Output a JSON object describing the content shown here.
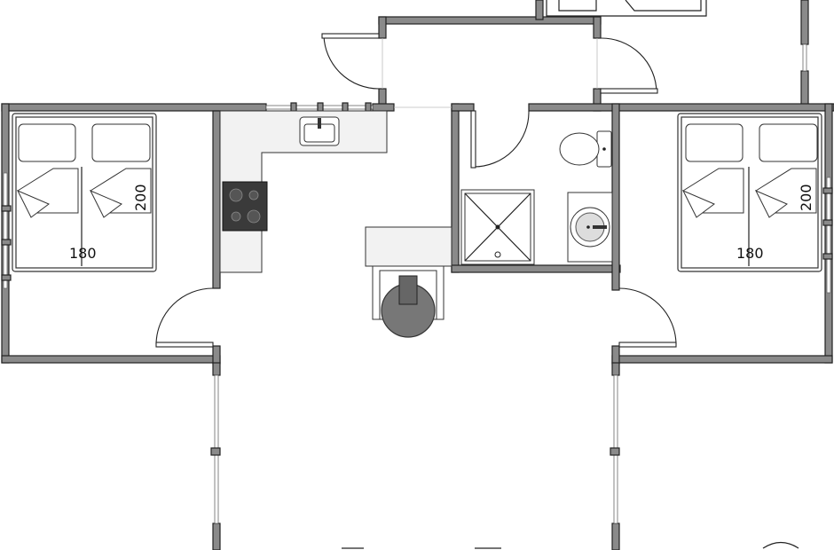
{
  "bedroom_left": {
    "bed_width_label": "180",
    "bed_length_label": "200"
  },
  "bedroom_right": {
    "bed_width_label": "180",
    "bed_length_label": "200"
  },
  "colors": {
    "wall": "#8a8a8a",
    "outline": "#222222",
    "stove": "#3a3a3a",
    "counter": "#f2f2f2",
    "stove_pipe": "#777777"
  },
  "icons": [
    "double-bed-icon",
    "sink-icon",
    "stove-icon",
    "toilet-icon",
    "shower-icon",
    "washbasin-icon",
    "wood-stove-icon",
    "door-swing-icon",
    "window-icon"
  ]
}
